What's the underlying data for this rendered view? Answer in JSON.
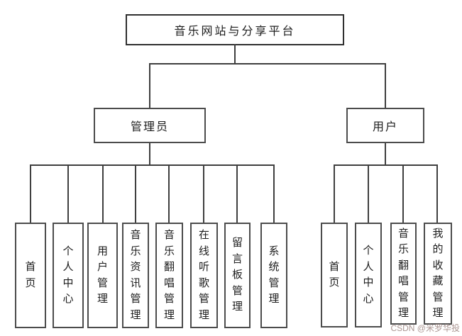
{
  "diagram": {
    "title": "音乐网站与分享平台",
    "admin": {
      "label": "管理员",
      "children": [
        "首页",
        "个人中心",
        "用户管理",
        "音乐资讯管理",
        "音乐翻唱管理",
        "在线听歌管理",
        "留言板管理",
        "系统管理"
      ]
    },
    "user": {
      "label": "用户",
      "children": [
        "首页",
        "个人中心",
        "音乐翻唱管理",
        "我的收藏管理"
      ]
    }
  },
  "watermark": "CSDN @米罗华投",
  "colors": {
    "background": "#ffffff",
    "line": "#3f3f3f",
    "box_border": "#4c4c4c",
    "text": "#1c1c1c",
    "watermark": "#a18a86"
  }
}
